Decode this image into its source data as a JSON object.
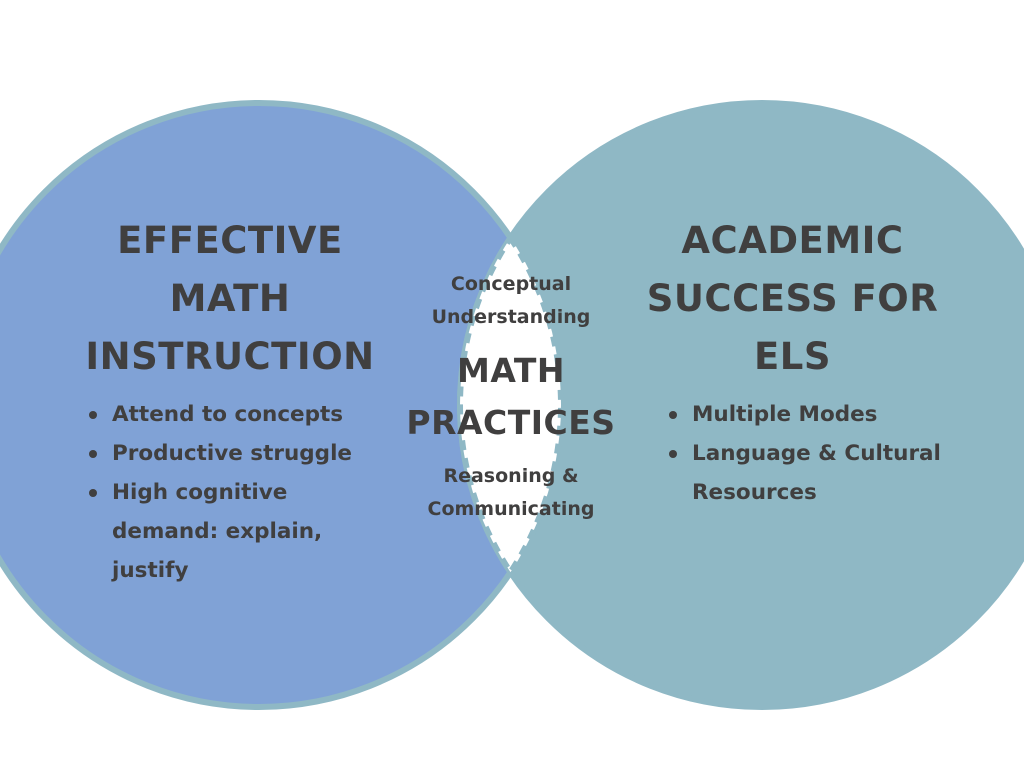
{
  "left": {
    "title_lines": [
      "EFFECTIVE",
      "MATH",
      "INSTRUCTION"
    ],
    "bullets": [
      "Attend to concepts",
      "Productive struggle",
      "High cognitive demand: explain, justify"
    ],
    "fill_color": "#80a2d6"
  },
  "right": {
    "title_lines": [
      "ACADEMIC",
      "SUCCESS FOR",
      "ELS"
    ],
    "bullets": [
      "Multiple Modes",
      "Language & Cultural Resources"
    ],
    "fill_color": "#8fb8c5"
  },
  "intersection": {
    "top_lines": [
      "Conceptual",
      "Understanding"
    ],
    "title_lines": [
      "MATH",
      "PRACTICES"
    ],
    "bottom_lines": [
      "Reasoning &",
      "Communicating"
    ],
    "fill_color": "#ffffff",
    "border_color": "#8fb8c5"
  },
  "circle_outline_color": "#8fb8c5",
  "text_color": "#403f3f"
}
